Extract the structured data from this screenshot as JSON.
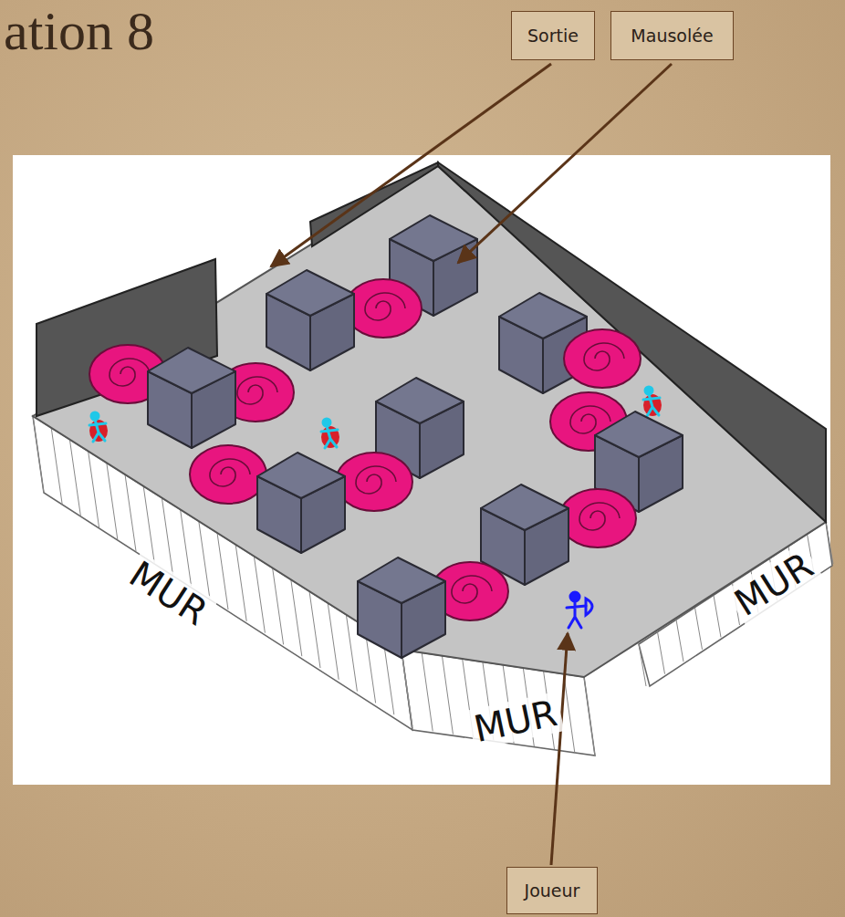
{
  "diagram": {
    "title": "ation 8",
    "nodes": [
      {
        "text": [
          "Sortie"
        ]
      },
      {
        "text": [
          "Mausolée"
        ]
      },
      {
        "text": [
          "Joueur"
        ]
      }
    ],
    "labels": [
      "MUR",
      "MUR",
      "MUR"
    ]
  }
}
